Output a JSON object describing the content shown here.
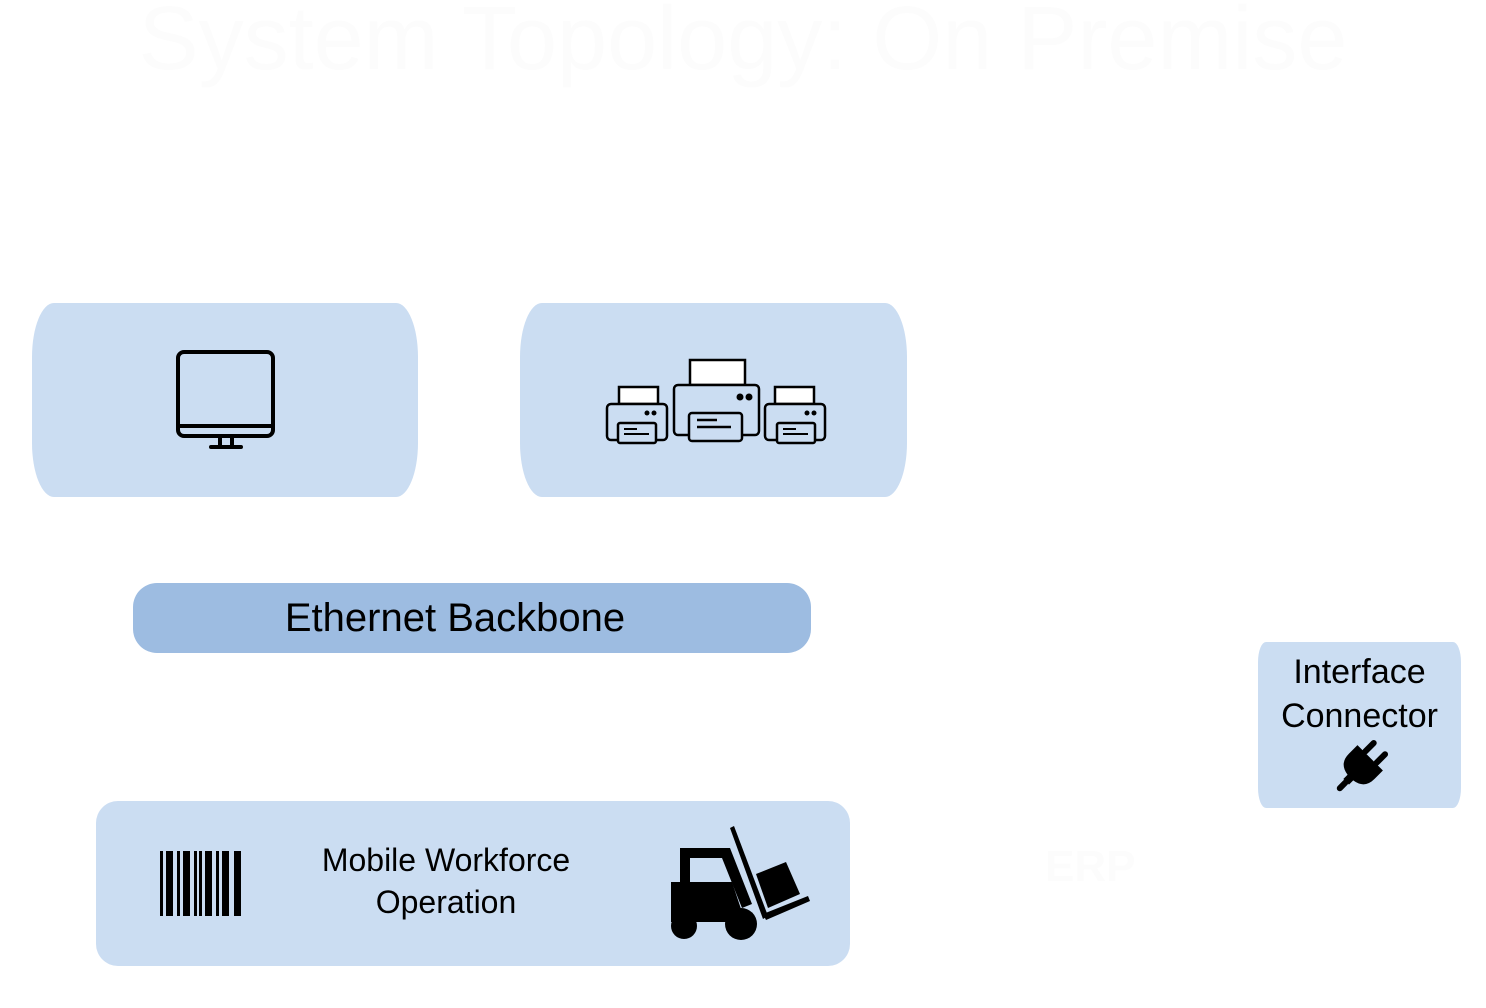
{
  "diagram": {
    "title": "System Topology: On Premise",
    "colors": {
      "node_fill": "#cbddf2",
      "backbone_fill": "#9dbce1",
      "title_text": "#fcfcfc"
    },
    "nodes": {
      "workstation": {
        "icon": "monitor-icon"
      },
      "printers": {
        "icon": "printers-icon"
      },
      "backbone": {
        "label": "Ethernet Backbone"
      },
      "interface_connector": {
        "label_line1": "Interface",
        "label_line2": "Connector",
        "icon": "plug-icon"
      },
      "mobile_workforce": {
        "label_line1": "Mobile Workforce",
        "label_line2": "Operation",
        "icons": [
          "barcode-icon",
          "forklift-icon"
        ]
      },
      "erp": {
        "label": "ERP"
      }
    }
  }
}
